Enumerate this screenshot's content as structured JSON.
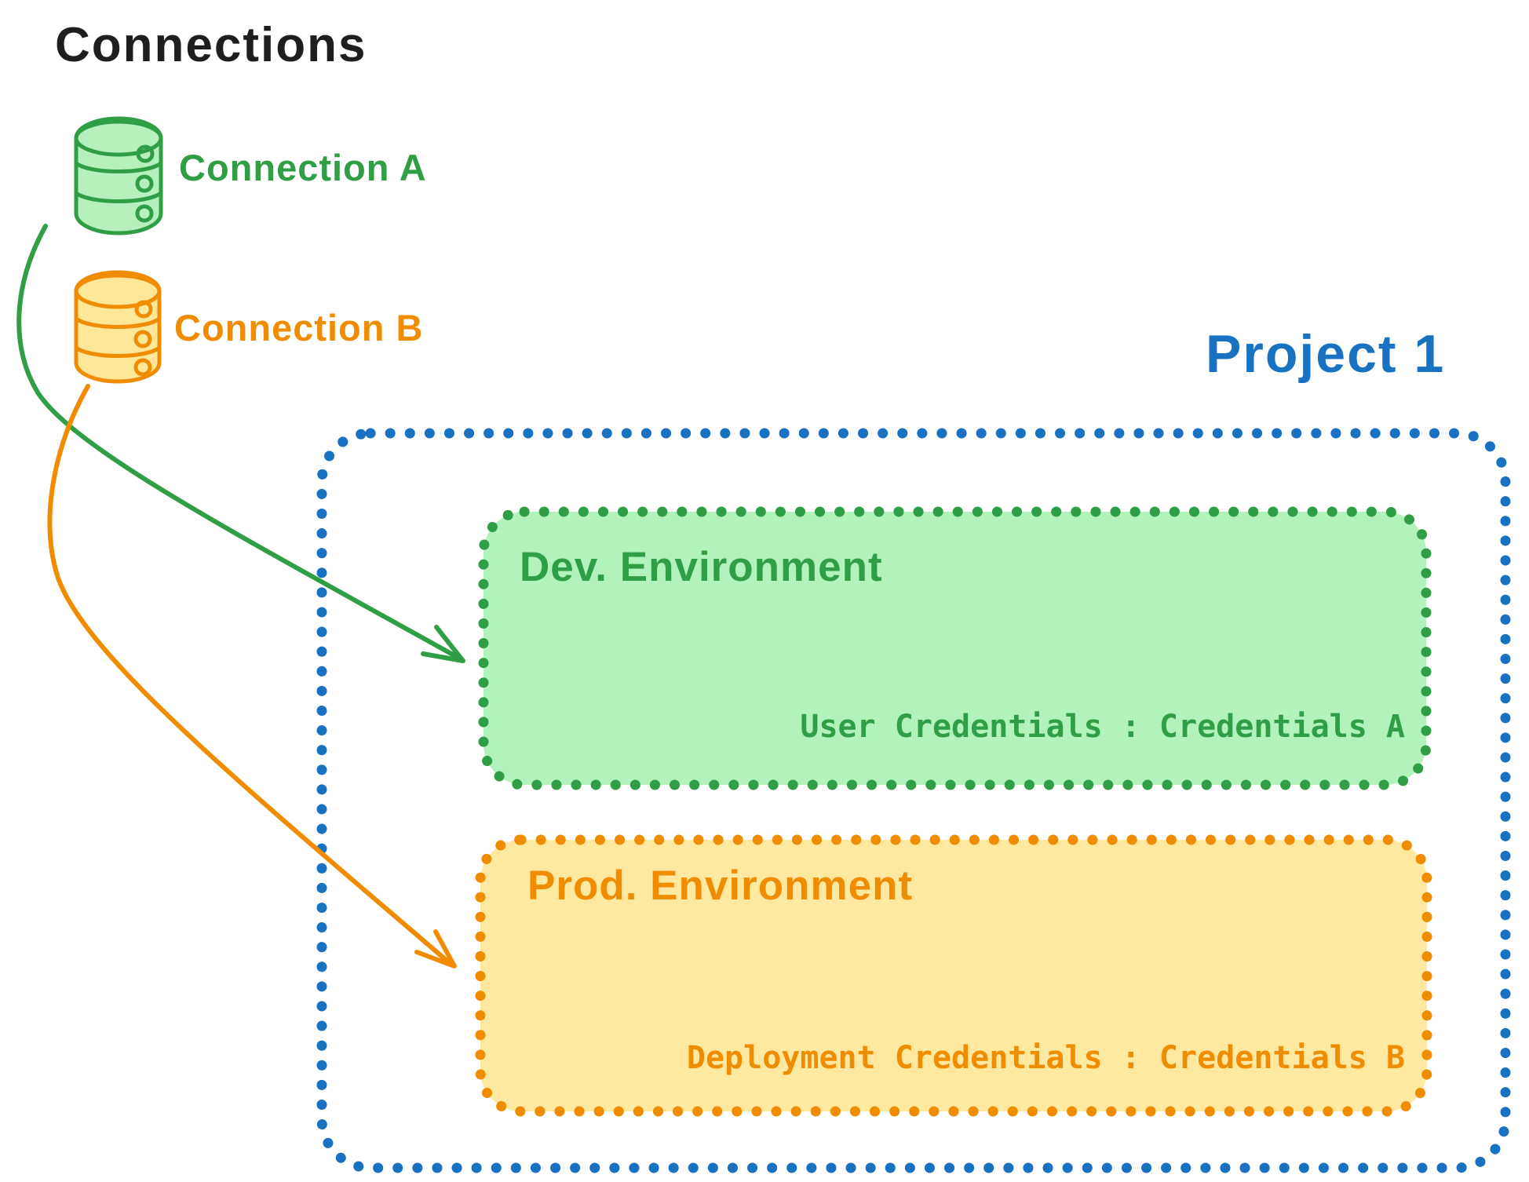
{
  "diagram": {
    "title": "Connections",
    "connections": [
      {
        "label": "Connection A",
        "stroke": "#2f9e44",
        "fill": "#b5f0bd",
        "icon": "database-icon"
      },
      {
        "label": "Connection B",
        "stroke": "#f08c00",
        "fill": "#ffe79a",
        "icon": "database-icon"
      }
    ],
    "project": {
      "label": "Project 1",
      "border_color": "#1971c2",
      "environments": [
        {
          "name": "Dev. Environment",
          "credentials_label": "User Credentials : Credentials A",
          "stroke": "#2f9e44",
          "fill": "#b2f2bb"
        },
        {
          "name": "Prod. Environment",
          "credentials_label": "Deployment Credentials : Credentials B",
          "stroke": "#f08c00",
          "fill": "#ffe9a0"
        }
      ]
    },
    "edges": [
      {
        "from": "Connection A",
        "to": "Dev. Environment",
        "color": "#2f9e44"
      },
      {
        "from": "Connection B",
        "to": "Prod. Environment",
        "color": "#f08c00"
      }
    ],
    "text_color": "#1e1e1e"
  }
}
